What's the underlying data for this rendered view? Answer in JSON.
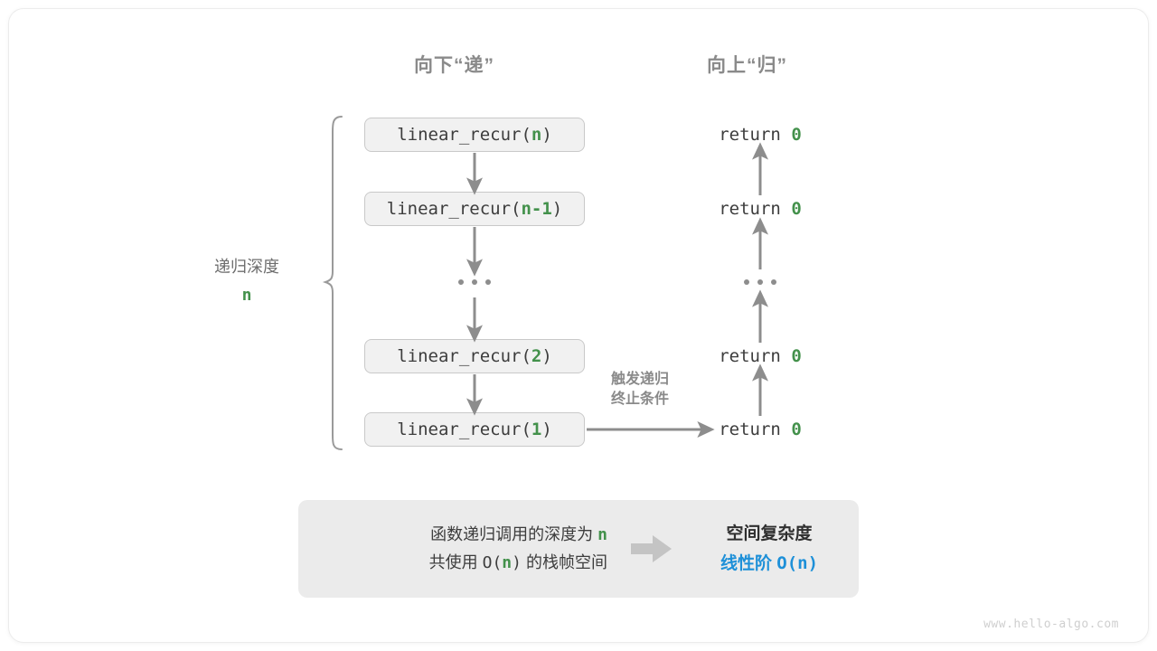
{
  "headers": {
    "down": "向下“递”",
    "up": "向上“归”"
  },
  "colors": {
    "accent_green": "#43914b",
    "accent_blue": "#1e90d8",
    "arrow_gray": "#8d8d8d",
    "box_fill": "#f1f1f1",
    "box_border": "#c9c9c9",
    "panel_fill": "#ebebeb"
  },
  "depth": {
    "label": "递归深度",
    "value": "n"
  },
  "call_stack": [
    {
      "prefix": "linear_recur(",
      "arg": "n",
      "suffix": ")",
      "full": "linear_recur(n)"
    },
    {
      "prefix": "linear_recur(",
      "arg": "n-1",
      "suffix": ")",
      "full": "linear_recur(n-1)"
    },
    {
      "prefix": "linear_recur(",
      "arg": "2",
      "suffix": ")",
      "full": "linear_recur(2)"
    },
    {
      "prefix": "linear_recur(",
      "arg": "1",
      "suffix": ")",
      "full": "linear_recur(1)"
    }
  ],
  "returns": [
    {
      "text": "return ",
      "value": "0"
    },
    {
      "text": "return ",
      "value": "0"
    },
    {
      "text": "return ",
      "value": "0"
    },
    {
      "text": "return ",
      "value": "0"
    }
  ],
  "trigger_note": {
    "line1": "触发递归",
    "line2": "终止条件"
  },
  "ellipsis": "...",
  "summary": {
    "left_line1_pre": "函数递归调用的深度为 ",
    "left_line1_value": "n",
    "left_line2_pre": "共使用 ",
    "left_line2_value": "O(n)",
    "left_line2_post": " 的栈帧空间",
    "arrow": "right-block-arrow",
    "right_line1": "空间复杂度",
    "right_line2_label": "线性阶 ",
    "right_line2_value": "O(n)"
  },
  "watermark": "www.hello-algo.com"
}
